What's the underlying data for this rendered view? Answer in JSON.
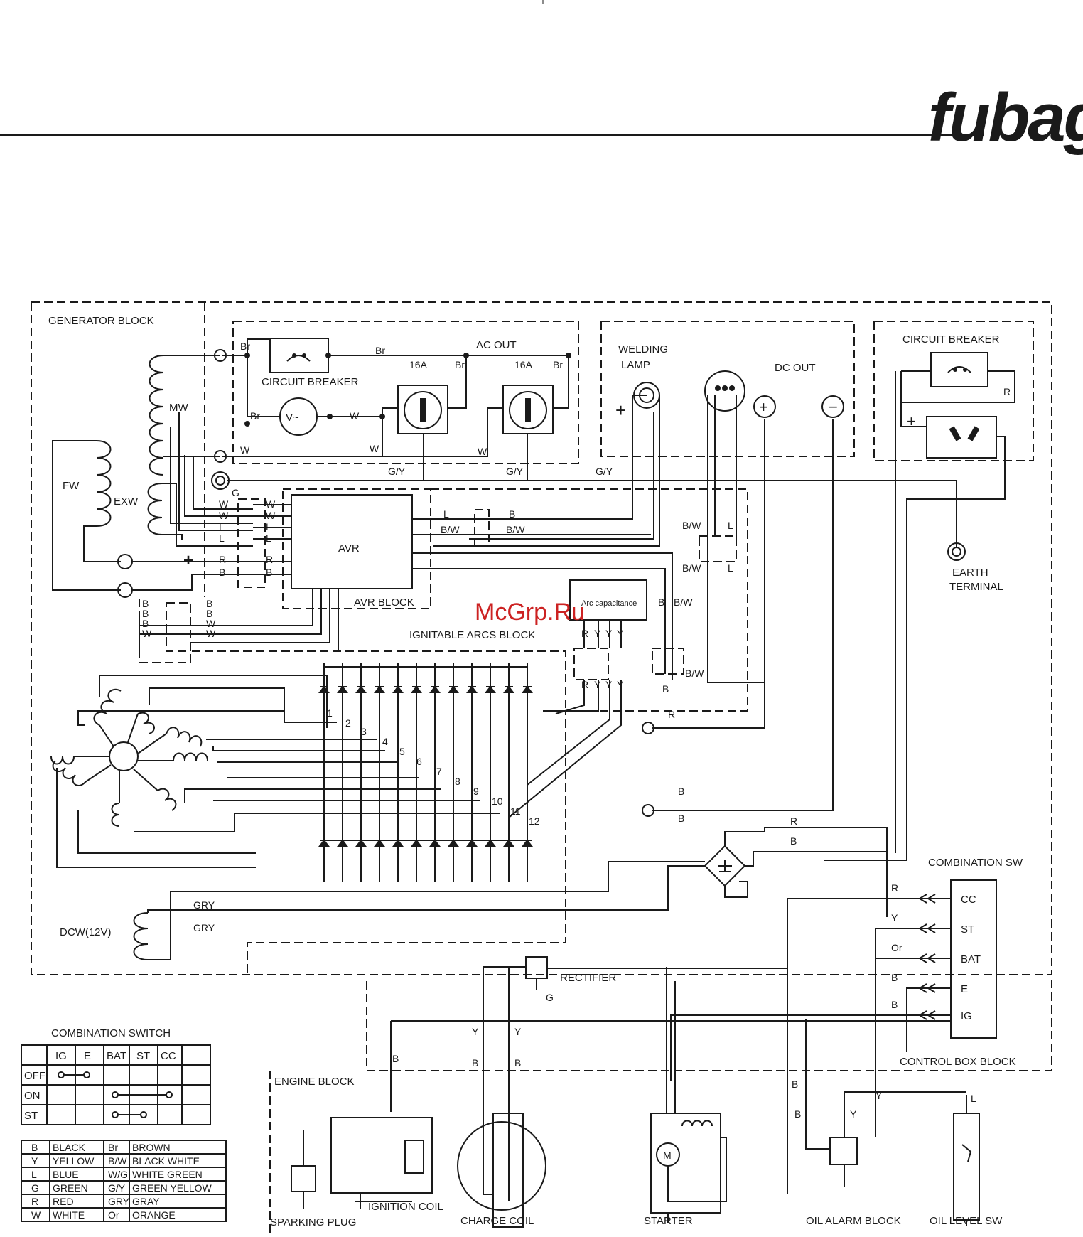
{
  "brand": "fubag",
  "watermark": "McGrp.Ru",
  "blocks": {
    "generator": "GENERATOR BLOCK",
    "avr": "AVR",
    "avr_block": "AVR BLOCK",
    "arcs": "IGNITABLE ARCS BLOCK",
    "arc_cap": "Arc capacitance",
    "engine": "ENGINE BLOCK",
    "control_box": "CONTROL BOX BLOCK",
    "combination_sw": "COMBINATION SW"
  },
  "labels": {
    "circuit_breaker": "CIRCUIT BREAKER",
    "circuit_breaker2": "CIRCUIT BREAKER",
    "ac_out": "AC OUT",
    "socket1": "16A",
    "socket2": "16A",
    "welding_lamp_1": "WELDING",
    "welding_lamp_2": "LAMP",
    "dc_out": "DC OUT",
    "earth_1": "EARTH",
    "earth_2": "TERMINAL",
    "mw": "MW",
    "fw": "FW",
    "exw": "EXW",
    "dcw": "DCW(12V)",
    "rectifier": "RECTIFIER",
    "voltmeter": "V~",
    "ground": "G",
    "plus": "+",
    "minus": "−",
    "sparking_plug": "SPARKING PLUG",
    "ignition_coil": "IGNITION COIL",
    "charge_coil": "CHARGE COIL",
    "starter": "STARTER",
    "oil_alarm": "OIL ALARM BLOCK",
    "oil_level": "OIL LEVEL SW",
    "motor": "M"
  },
  "switch_terminals": [
    "CC",
    "ST",
    "BAT",
    "E",
    "IG"
  ],
  "switch_wires": [
    "R",
    "Y",
    "Or",
    "B",
    "B"
  ],
  "diode_numbers": [
    "1",
    "2",
    "3",
    "4",
    "5",
    "6",
    "7",
    "8",
    "9",
    "10",
    "11",
    "12"
  ],
  "wire_marks": {
    "br": "Br",
    "w": "W",
    "gy": "G/Y",
    "l": "L",
    "bw": "B/W",
    "r": "R",
    "b": "B",
    "y": "Y",
    "gry": "GRY",
    "gr": "G"
  },
  "combination_switch": {
    "title": "COMBINATION SWITCH",
    "columns": [
      "IG",
      "E",
      "BAT",
      "ST",
      "CC"
    ],
    "rows": [
      "OFF",
      "ON",
      "ST"
    ]
  },
  "color_codes": [
    [
      "B",
      "BLACK",
      "Br",
      "BROWN"
    ],
    [
      "Y",
      "YELLOW",
      "B/W",
      "BLACK WHITE"
    ],
    [
      "L",
      "BLUE",
      "W/G",
      "WHITE GREEN"
    ],
    [
      "G",
      "GREEN",
      "G/Y",
      "GREEN YELLOW"
    ],
    [
      "R",
      "RED",
      "GRY",
      "GRAY"
    ],
    [
      "W",
      "WHITE",
      "Or",
      "ORANGE"
    ]
  ]
}
